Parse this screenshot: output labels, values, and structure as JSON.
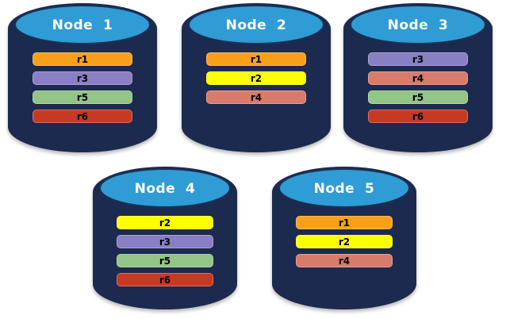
{
  "colors": {
    "background": "#FFFFFF",
    "cylinder_body": "#1B2A4E",
    "cylinder_top": "#2F9CD6",
    "node_title_text": "#FFFFFF",
    "replica_label_text": "#000000"
  },
  "nodes": [
    {
      "title": "Node  1",
      "replicas": [
        {
          "label": "r1",
          "color": "#F9A01B"
        },
        {
          "label": "r3",
          "color": "#8A7EC4"
        },
        {
          "label": "r5",
          "color": "#92C586"
        },
        {
          "label": "r6",
          "color": "#C63A24"
        }
      ]
    },
    {
      "title": "Node  2",
      "replicas": [
        {
          "label": "r1",
          "color": "#F9A01B"
        },
        {
          "label": "r2",
          "color": "#FFFF00"
        },
        {
          "label": "r4",
          "color": "#D87B6B"
        }
      ]
    },
    {
      "title": "Node  3",
      "replicas": [
        {
          "label": "r3",
          "color": "#8A7EC4"
        },
        {
          "label": "r4",
          "color": "#D87B6B"
        },
        {
          "label": "r5",
          "color": "#92C586"
        },
        {
          "label": "r6",
          "color": "#C63A24"
        }
      ]
    },
    {
      "title": "Node  4",
      "replicas": [
        {
          "label": "r2",
          "color": "#FFFF00"
        },
        {
          "label": "r3",
          "color": "#8A7EC4"
        },
        {
          "label": "r5",
          "color": "#92C586"
        },
        {
          "label": "r6",
          "color": "#C63A24"
        }
      ]
    },
    {
      "title": "Node  5",
      "replicas": [
        {
          "label": "r1",
          "color": "#F9A01B"
        },
        {
          "label": "r2",
          "color": "#FFFF00"
        },
        {
          "label": "r4",
          "color": "#D87B6B"
        }
      ]
    }
  ]
}
